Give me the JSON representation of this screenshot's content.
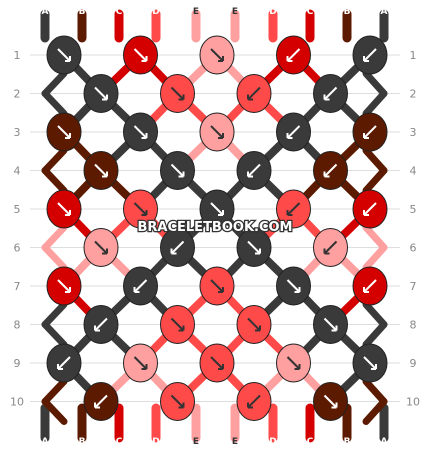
{
  "watermark": "BRACELETBOOK.COM",
  "columns_top": [
    "A",
    "B",
    "C",
    "D",
    "E",
    "E",
    "D",
    "C",
    "B",
    "A"
  ],
  "columns_bottom": [
    "A",
    "B",
    "C",
    "D",
    "E",
    "E",
    "D",
    "C",
    "B",
    "A"
  ],
  "row_labels": [
    "1",
    "2",
    "3",
    "4",
    "5",
    "6",
    "7",
    "8",
    "9",
    "10"
  ],
  "colors": {
    "A": "#3a3a3a",
    "B": "#5c1a00",
    "C": "#d40000",
    "D": "#ff4a4a",
    "E": "#ffa0a0",
    "grid_line": "#dddddd",
    "background": "#ffffff"
  },
  "strand_order_bottom": [
    "A",
    "B",
    "C",
    "D",
    "E",
    "E",
    "D",
    "C",
    "B",
    "A"
  ],
  "knot_rows": [
    [
      {
        "c": "A",
        "d": "se"
      },
      {
        "c": "C",
        "d": "se"
      },
      {
        "c": "E",
        "d": "se"
      },
      {
        "c": "C",
        "d": "sw"
      },
      {
        "c": "A",
        "d": "sw"
      }
    ],
    [
      {
        "c": "A",
        "d": "se"
      },
      {
        "c": "D",
        "d": "se"
      },
      {
        "c": "D",
        "d": "sw"
      },
      {
        "c": "A",
        "d": "sw"
      }
    ],
    [
      {
        "c": "B",
        "d": "se"
      },
      {
        "c": "A",
        "d": "se"
      },
      {
        "c": "E",
        "d": "se"
      },
      {
        "c": "A",
        "d": "sw"
      },
      {
        "c": "B",
        "d": "sw"
      }
    ],
    [
      {
        "c": "B",
        "d": "se"
      },
      {
        "c": "A",
        "d": "se"
      },
      {
        "c": "A",
        "d": "sw"
      },
      {
        "c": "B",
        "d": "sw"
      }
    ],
    [
      {
        "c": "C",
        "d": "se"
      },
      {
        "c": "D",
        "d": "se"
      },
      {
        "c": "A",
        "d": "se"
      },
      {
        "c": "D",
        "d": "sw"
      },
      {
        "c": "C",
        "d": "sw"
      }
    ],
    [
      {
        "c": "E",
        "d": "se"
      },
      {
        "c": "A",
        "d": "sw"
      },
      {
        "c": "A",
        "d": "se"
      },
      {
        "c": "E",
        "d": "sw"
      }
    ],
    [
      {
        "c": "C",
        "d": "se"
      },
      {
        "c": "A",
        "d": "sw"
      },
      {
        "c": "D",
        "d": "se"
      },
      {
        "c": "A",
        "d": "se"
      },
      {
        "c": "C",
        "d": "sw"
      }
    ],
    [
      {
        "c": "A",
        "d": "sw"
      },
      {
        "c": "D",
        "d": "se"
      },
      {
        "c": "D",
        "d": "se"
      },
      {
        "c": "A",
        "d": "se"
      }
    ],
    [
      {
        "c": "A",
        "d": "sw"
      },
      {
        "c": "E",
        "d": "se"
      },
      {
        "c": "D",
        "d": "se"
      },
      {
        "c": "E",
        "d": "se"
      },
      {
        "c": "A",
        "d": "se"
      }
    ],
    [
      {
        "c": "B",
        "d": "sw"
      },
      {
        "c": "D",
        "d": "se"
      },
      {
        "c": "D",
        "d": "sw"
      },
      {
        "c": "B",
        "d": "se"
      }
    ]
  ]
}
